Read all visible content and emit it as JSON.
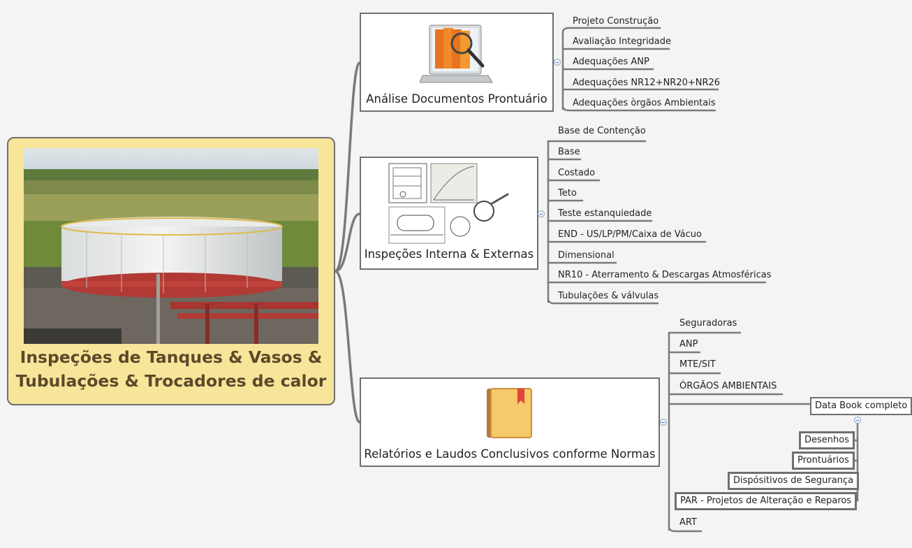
{
  "central": {
    "title_line1": "Inspeções de Tanques & Vasos &",
    "title_line2": "Tubulações & Trocadores de calor",
    "image": "storage-tank-photo"
  },
  "branches": [
    {
      "label": "Análise Documentos Prontuário",
      "icon": "document-folder-magnifier-icon",
      "children": [
        "Projeto Construção",
        "Avaliação Integridade",
        "Adequações ANP",
        "Adequações NR12+NR20+NR26",
        "Adequações òrgãos Ambientais"
      ]
    },
    {
      "label": "Inspeções Interna & Externas",
      "icon": "technical-drawings-magnifier-icon",
      "children": [
        "Base de Contenção",
        "Base",
        "Costado",
        "Teto",
        "Teste estanquiedade",
        "END - US/LP/PM/Caixa de Vácuo",
        "Dimensional",
        "NR10 - Aterramento & Descargas Atmosféricas",
        "Tubulações & válvulas"
      ]
    },
    {
      "label": "Relatórios e Laudos Conclusivos conforme Normas",
      "icon": "book-icon",
      "children": [
        "Seguradoras",
        "ANP",
        "MTE/SIT",
        "ÓRGÃOS AMBIENTAIS",
        "Data Book completo",
        "ART"
      ],
      "databook_children": [
        "Desenhos",
        "Prontuários",
        "Dispósitivos de Segurança",
        "PAR - Projetos de Alteração e Reparos"
      ]
    }
  ],
  "colors": {
    "central_fill": "#f7e59a",
    "central_text": "#5a4a2a",
    "connector": "#7a7a7a",
    "background": "#f4f4f4"
  }
}
